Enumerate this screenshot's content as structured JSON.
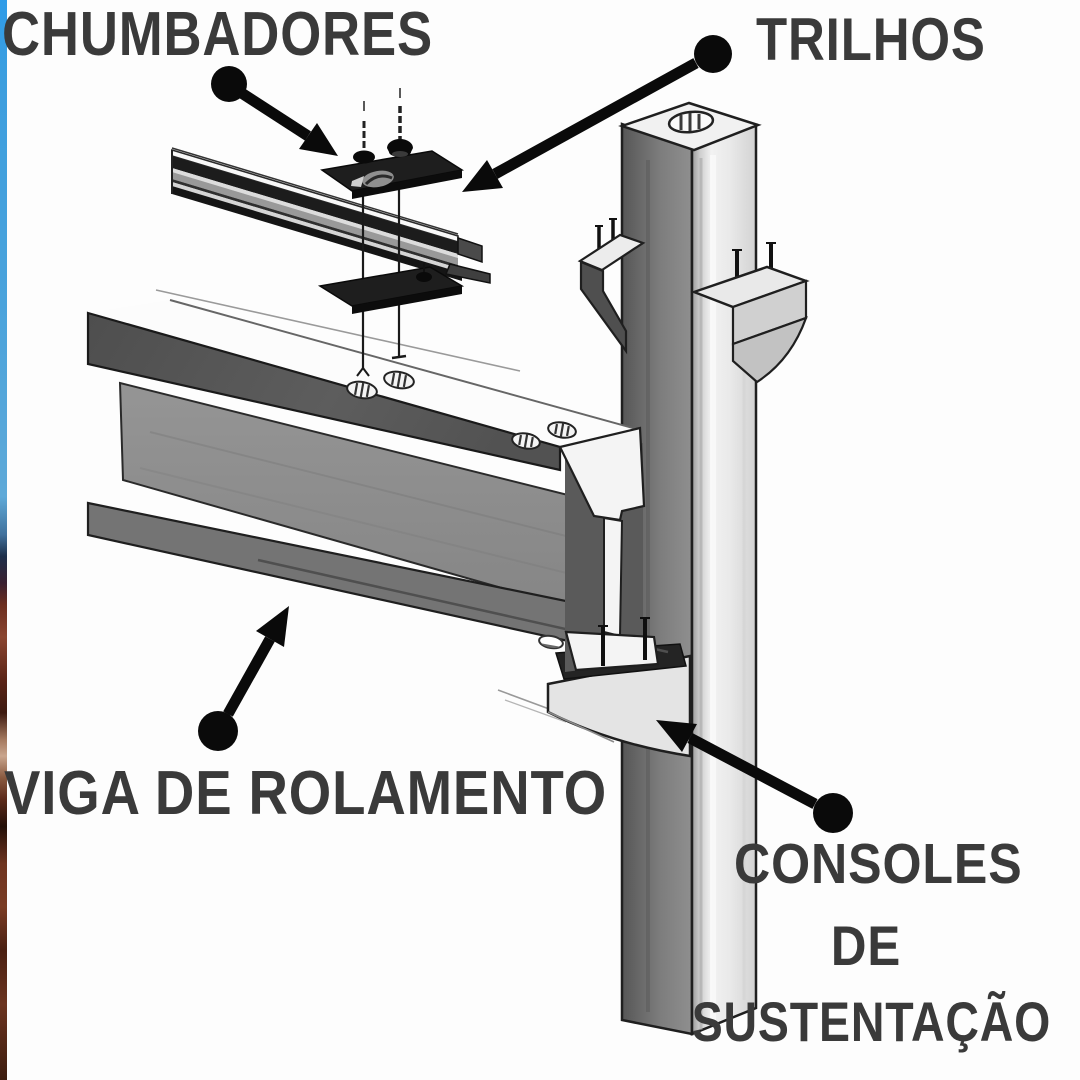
{
  "figure": {
    "type": "technical-assembly-diagram",
    "language": "pt-BR",
    "labels": {
      "chumbadores": "CHUMBADORES",
      "trilhos": "TRILHOS",
      "viga_de_rolamento": "VIGA DE ROLAMENTO",
      "consoles_line1": "CONSOLES",
      "consoles_line2": "DE",
      "consoles_line3": "SUSTENTAÇÃO"
    },
    "colors": {
      "label_text": "#3a3a3a",
      "outline": "#1f1f1f",
      "arrow": "#0a0a0a",
      "metal_light": "#ececec",
      "metal_mid": "#8e8e8e",
      "metal_dark": "#4e4e4e",
      "plate_dark": "#1e1e1e",
      "edge_stripe_top": "#3f9fdc",
      "edge_stripe_bottom": "#4a2012"
    }
  }
}
